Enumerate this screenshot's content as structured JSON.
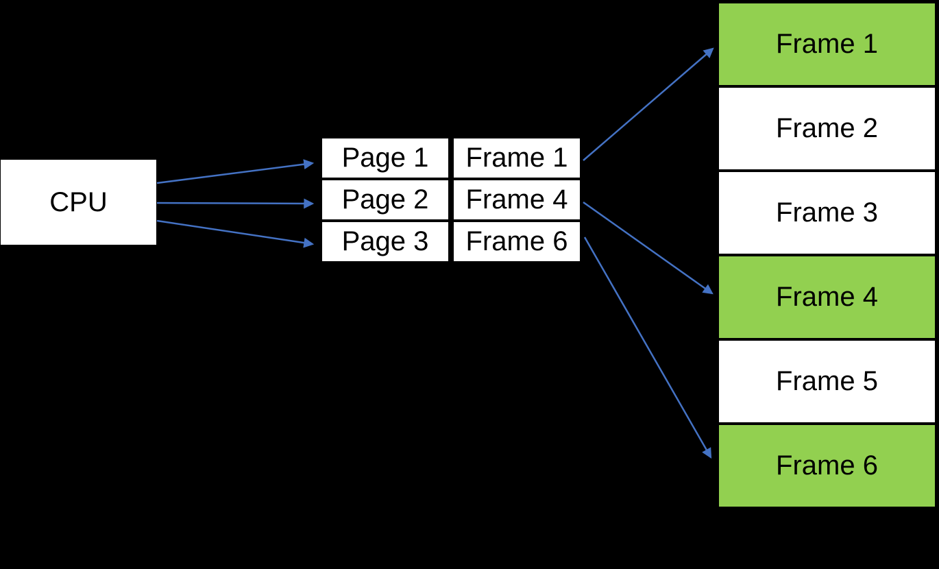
{
  "diagram": {
    "cpu": {
      "label": "CPU"
    },
    "page_table": {
      "rows": [
        {
          "page": "Page 1",
          "frame": "Frame 1"
        },
        {
          "page": "Page 2",
          "frame": "Frame 4"
        },
        {
          "page": "Page 3",
          "frame": "Frame 6"
        }
      ]
    },
    "physical_memory": {
      "frames": [
        {
          "label": "Frame 1",
          "highlighted": true
        },
        {
          "label": "Frame 2",
          "highlighted": false
        },
        {
          "label": "Frame 3",
          "highlighted": false
        },
        {
          "label": "Frame 4",
          "highlighted": true
        },
        {
          "label": "Frame 5",
          "highlighted": false
        },
        {
          "label": "Frame 6",
          "highlighted": true
        }
      ]
    },
    "colors": {
      "background": "#000000",
      "box_fill": "#FFFFFF",
      "border": "#000000",
      "text": "#000000",
      "highlight": "#92D050",
      "arrow": "#4472C4"
    }
  }
}
